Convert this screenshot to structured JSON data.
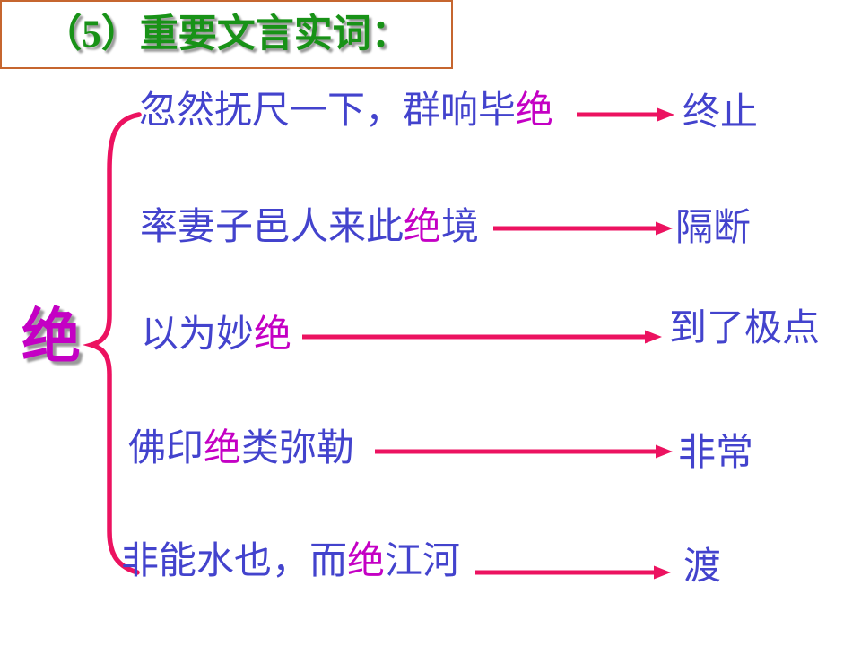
{
  "slide": {
    "title": "（5）重要文言实词：",
    "headword": "绝"
  },
  "entries": [
    {
      "pre": "忽然抚尺一下，群响毕",
      "hl": "绝",
      "post": "",
      "meaning": "终止"
    },
    {
      "pre": "率妻子邑人来此",
      "hl": "绝",
      "post": "境",
      "meaning": "隔断"
    },
    {
      "pre": "以为妙",
      "hl": "绝",
      "post": "",
      "meaning": "到了极点"
    },
    {
      "pre": "佛印",
      "hl": "绝",
      "post": "类弥勒",
      "meaning": "非常"
    },
    {
      "pre": "非能水也，而",
      "hl": "绝",
      "post": "江河",
      "meaning": "渡"
    }
  ],
  "colors": {
    "bg": "#ffffff",
    "title-green": "#189217",
    "title-border": "#c6662f",
    "text-blue": "#4343cd",
    "highlight-magenta": "#c400c4",
    "arrow-crimson": "#ec1260",
    "shadow-gray": "#9a9a9a"
  }
}
